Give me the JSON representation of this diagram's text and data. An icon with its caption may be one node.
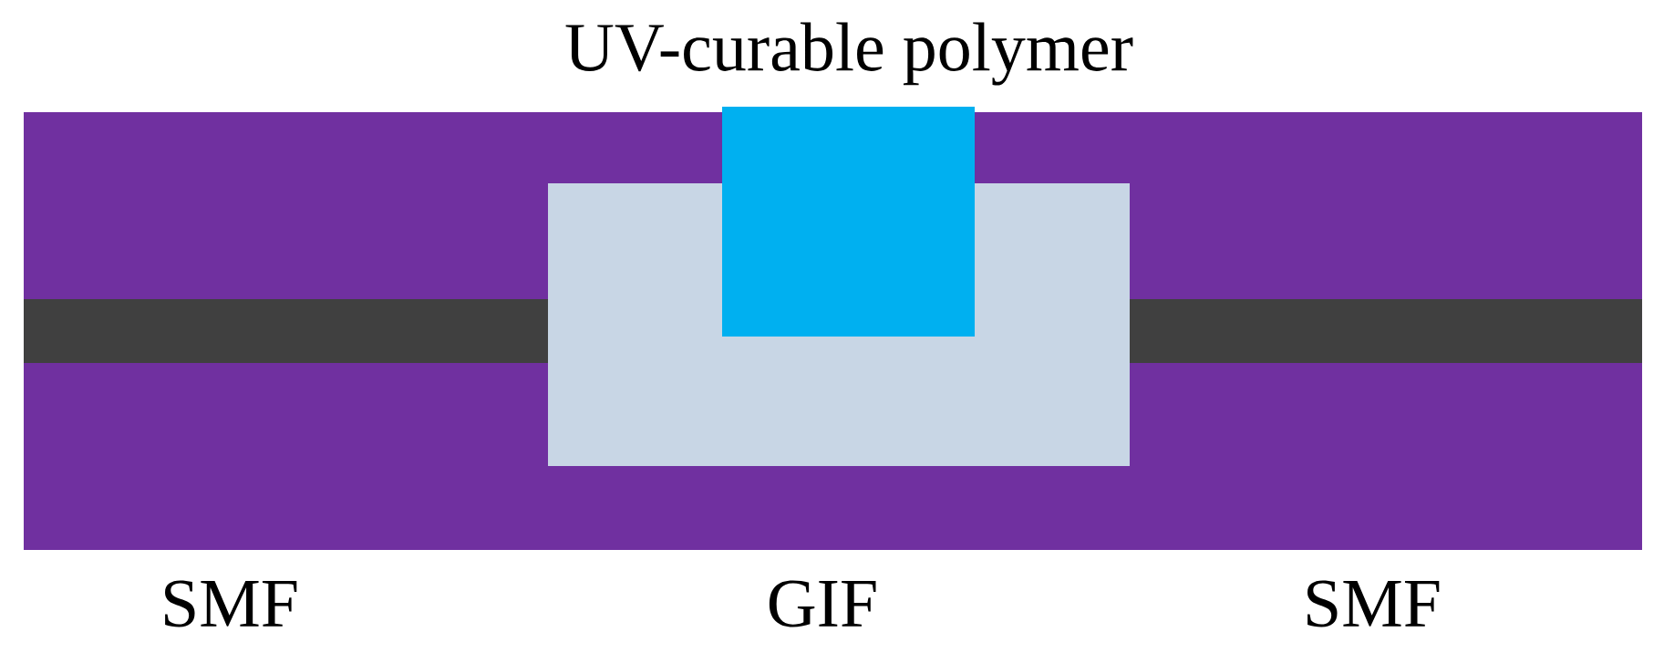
{
  "diagram": {
    "labels": [
      "UV-curable polymer",
      "SMF",
      "GIF",
      "SMF"
    ]
  }
}
